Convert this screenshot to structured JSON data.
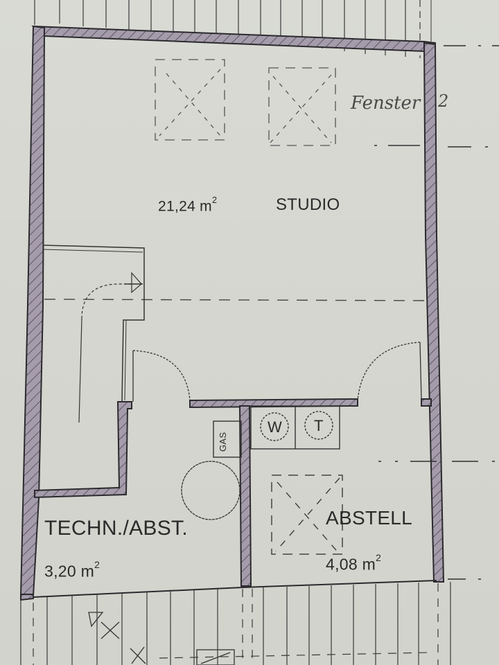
{
  "plan": {
    "rooms": [
      {
        "id": "studio",
        "name": "STUDIO",
        "area_value": "21,24 m",
        "area_exp": "2"
      },
      {
        "id": "techn",
        "name": "TECHN./ABST.",
        "area_value": "3,20 m",
        "area_exp": "2"
      },
      {
        "id": "abstell",
        "name": "ABSTELL",
        "area_value": "4,08 m",
        "area_exp": "2"
      }
    ],
    "fixtures": {
      "gas": "GAS",
      "washer": "W",
      "dryer": "T"
    },
    "annotation": {
      "handwritten": "Fenster",
      "number": "2"
    },
    "colors": {
      "paper": "#d7d8d2",
      "wall_fill": "#9f96a3",
      "wall_line": "#2b2a2e",
      "ink": "#2a2a2a"
    }
  }
}
